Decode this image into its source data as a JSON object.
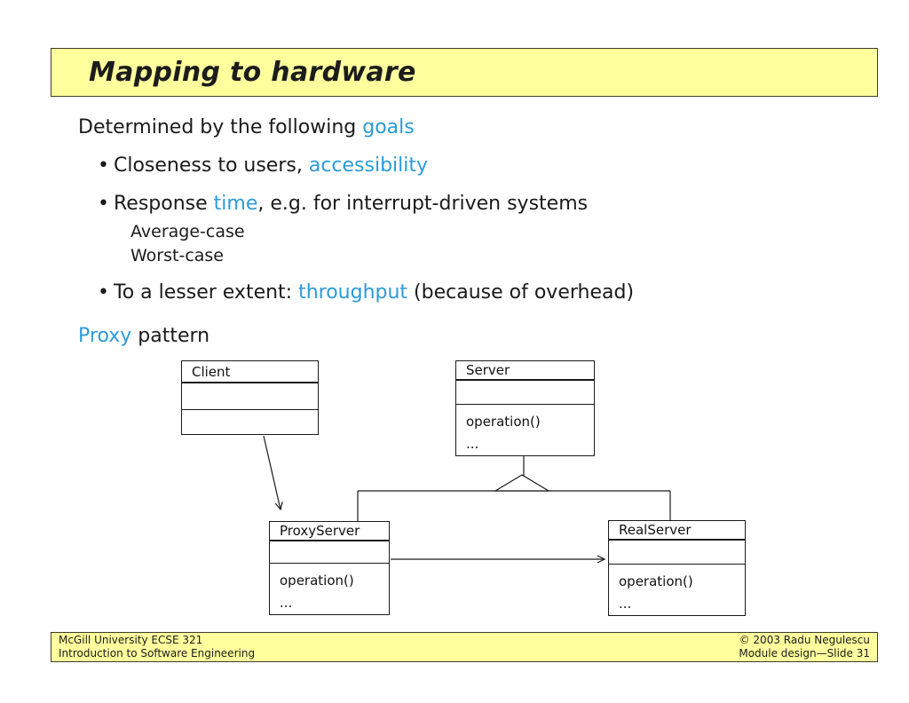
{
  "slide": {
    "title": "Mapping to hardware",
    "colors": {
      "bar_yellow": "#ffff9e",
      "accent_blue": "#2b9bdb",
      "text_dark": "#1a1a1a"
    }
  },
  "body": {
    "bullet_char": "•",
    "intro": {
      "pre": "Determined by the following ",
      "highlight": "goals",
      "post": ""
    },
    "bullet1": {
      "pre": "Closeness to users, ",
      "highlight": "accessibility",
      "post": ""
    },
    "bullet2": {
      "pre": "Response ",
      "highlight": "time",
      "post": ", e.g. for interrupt-driven systems"
    },
    "sub1": "Average-case",
    "sub2": "Worst-case",
    "bullet3": {
      "pre": "To a lesser extent: ",
      "highlight": "throughput",
      "post": " (because of overhead)"
    },
    "pattern": {
      "highlight": "Proxy",
      "post": " pattern"
    }
  },
  "diagram": {
    "classes": [
      {
        "name": "Client"
      },
      {
        "name": "Server",
        "op1": "operation()",
        "op2": "..."
      },
      {
        "name": "ProxyServer",
        "op1": "operation()",
        "op2": "..."
      },
      {
        "name": "RealServer",
        "op1": "operation()",
        "op2": "..."
      }
    ]
  },
  "footer": {
    "left_line1": "McGill University ECSE 321",
    "left_line2": "Introduction to Software Engineering",
    "right_line1": "© 2003 Radu Negulescu",
    "right_line2": "Module design—Slide 31"
  }
}
